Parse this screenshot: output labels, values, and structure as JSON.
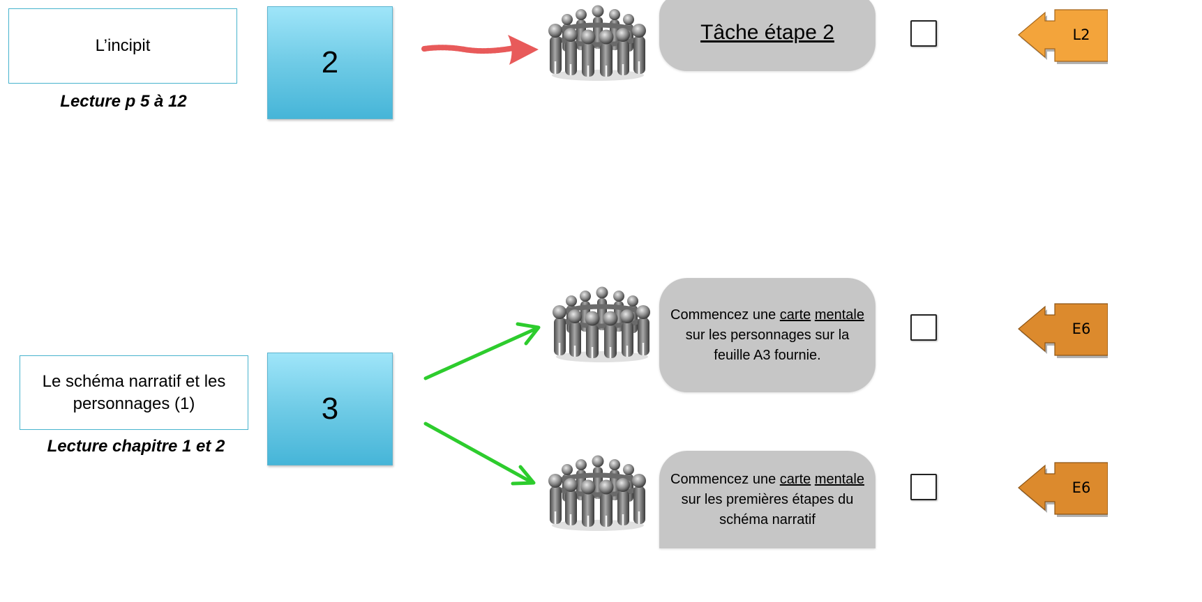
{
  "rows": [
    {
      "lesson_title": "L’incipit",
      "reading": "Lecture p 5 à 12",
      "step_number": "2"
    },
    {
      "lesson_title": "Le schéma narratif et les personnages (1)",
      "reading": "Lecture chapitre 1 et 2",
      "step_number": "3"
    }
  ],
  "tasks": [
    {
      "title": "Tâche étape 2",
      "icon": "people-circle-icon",
      "code": "L2",
      "code_color": "#f3a43b"
    },
    {
      "text_before": "Commencez une ",
      "link_part1": "carte",
      "link_part2": "mentale",
      "text_after": " sur les personnages sur la feuille A3 fournie.",
      "icon": "people-circle-icon",
      "code": "E6",
      "code_color": "#dc8a2d"
    },
    {
      "text_before": "Commencez une ",
      "link_part1": "carte",
      "link_part2": "mentale",
      "text_after": " sur les premières étapes du schéma narratif",
      "icon": "people-circle-icon",
      "code": "E6",
      "code_color": "#dc8a2d"
    }
  ],
  "colors": {
    "lesson_border": "#46b3cd",
    "step_box": "#6fcbe6",
    "red_arrow": "#e85a5a",
    "green_arrow": "#2dcc2d",
    "task_bubble": "#c6c6c6"
  }
}
